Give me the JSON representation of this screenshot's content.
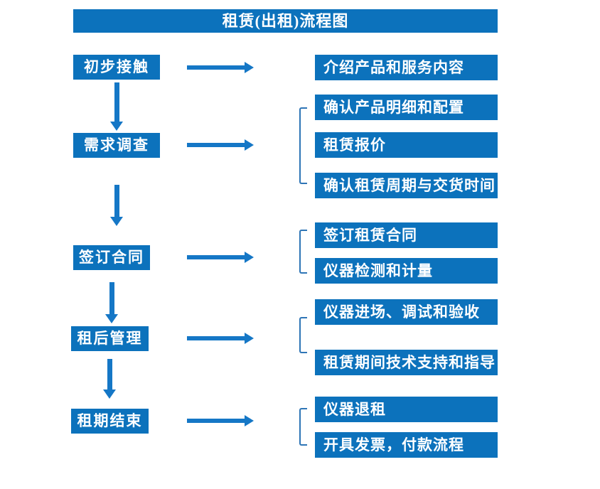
{
  "title": "租赁(出租)流程图",
  "colors": {
    "box_blue": "#0C72BC",
    "arrow_blue": "#1577C6",
    "bracket_blue": "#2E75B6",
    "text_white": "#FFFFFF",
    "background": "#FFFFFF"
  },
  "stages": [
    {
      "label": "初步接触",
      "details": [
        "介绍产品和服务内容"
      ]
    },
    {
      "label": "需求调查",
      "details": [
        "确认产品明细和配置",
        "租赁报价",
        "确认租赁周期与交货时间"
      ]
    },
    {
      "label": "签订合同",
      "details": [
        "签订租赁合同",
        "仪器检测和计量"
      ]
    },
    {
      "label": "租后管理",
      "details": [
        "仪器进场、调试和验收",
        "租赁期间技术支持和指导"
      ]
    },
    {
      "label": "租期结束",
      "details": [
        "仪器退租",
        "开具发票，付款流程"
      ]
    }
  ]
}
